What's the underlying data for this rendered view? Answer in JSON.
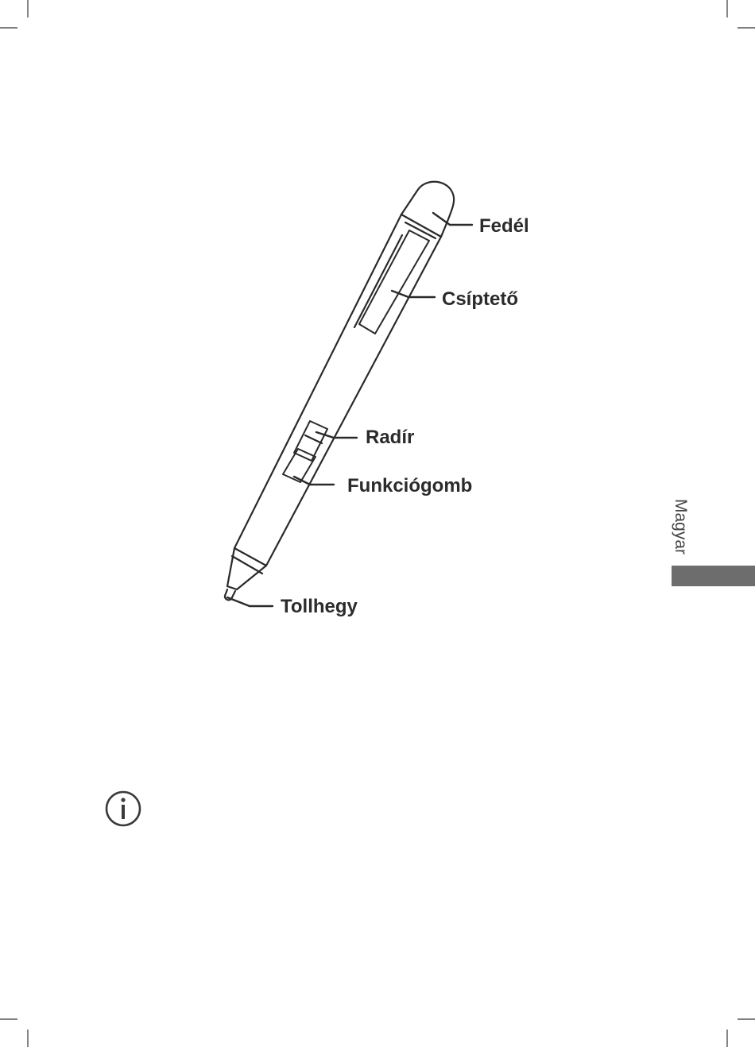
{
  "diagram": {
    "labels": {
      "cap": "Fedél",
      "clip": "Csíptető",
      "eraser": "Radír",
      "function_button": "Funkciógomb",
      "tip": "Tollhegy"
    }
  },
  "side_tab": {
    "language": "Magyar",
    "color": "#6d6d6d"
  },
  "note": {
    "icon": "info-icon"
  }
}
